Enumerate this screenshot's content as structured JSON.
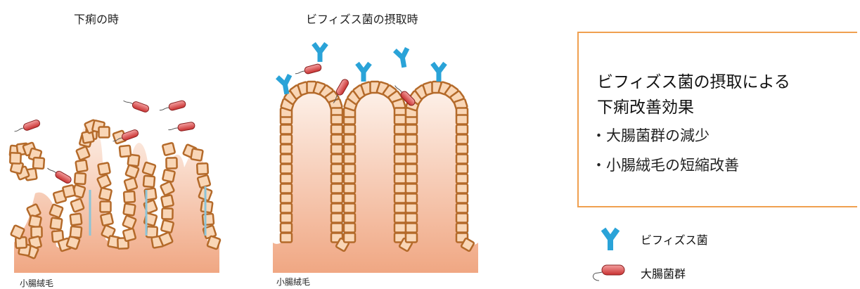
{
  "left_panel": {
    "title": "下痢の時",
    "villi_label": "小腸絨毛"
  },
  "right_panel": {
    "title": "ビフィズス菌の摂取時",
    "villi_label": "小腸絨毛"
  },
  "effect_box": {
    "title_line1": "ビフィズス菌の摂取による",
    "title_line2": "下痢改善効果",
    "items": [
      "・大腸菌群の減少",
      "・小腸絨毛の短縮改善"
    ],
    "border_color": "#f0a050"
  },
  "legend": [
    {
      "icon": "bifidobacteria-icon",
      "label": "ビフィズス菌",
      "color": "#2aa3d8"
    },
    {
      "icon": "coliform-bacteria-icon",
      "label": "大腸菌群",
      "color": "#e05a5a"
    }
  ],
  "colors": {
    "villus_fill_top": "#fbe7dc",
    "villus_fill_bottom": "#f0ad8a",
    "cell_fill": "#f9d6b6",
    "cell_stroke": "#b46a2a",
    "mucus_line": "#8cc4d8",
    "bifido": "#2aa3d8",
    "coliform": "#e05a5a"
  }
}
